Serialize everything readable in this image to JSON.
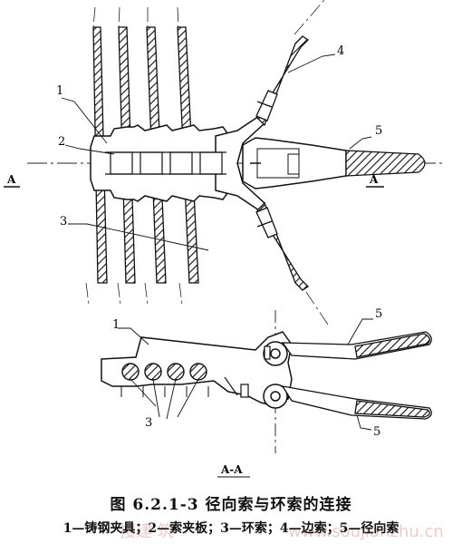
{
  "labels": {
    "l1": "1",
    "l2": "2",
    "l3": "3",
    "l4": "4",
    "l5": "5",
    "b1": "1",
    "b3": "3",
    "b5a": "5",
    "b5b": "5"
  },
  "section": {
    "left": "A",
    "right": "A",
    "view": "A-A"
  },
  "caption": {
    "title": "图 6.2.1-3   径向索与环索的连接",
    "legend": "1—铸钢夹具；2—索夹板；3—环索；4—边索；5—径向索"
  },
  "watermark": {
    "left": "搜建 筑",
    "right": "www.soujianzhu.cn"
  }
}
